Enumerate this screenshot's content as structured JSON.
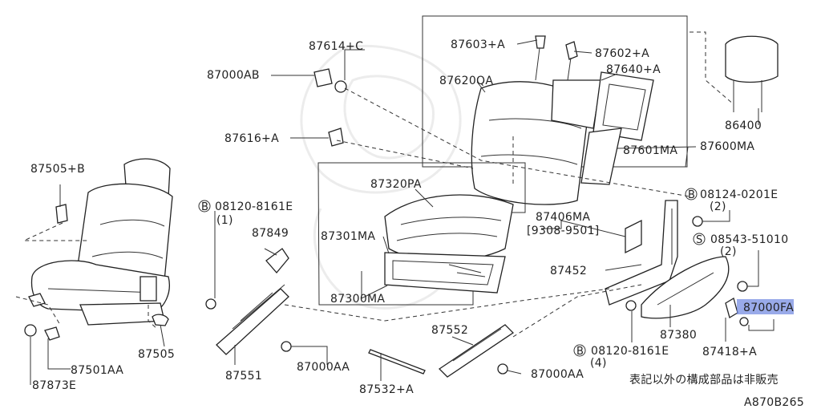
{
  "labels": {
    "l87614C": "87614+C",
    "l87000AB": "87000AB",
    "l87603A": "87603+A",
    "l87602A": "87602+A",
    "l87640A": "87640+A",
    "l87620QA": "87620QA",
    "l86400": "86400",
    "l87616A": "87616+A",
    "l87601MA": "87601MA",
    "l87600MA": "87600MA",
    "l87505B": "87505+B",
    "l87320PA": "87320PA",
    "bmark": "B",
    "smark": "S",
    "l08120a": "08120-8161E",
    "q1": "(1)",
    "l08124": "08124-0201E",
    "q2": "(2)",
    "l87406MA": "87406MA",
    "range": "[9308-9501]",
    "l87849": "87849",
    "l87301MA": "87301MA",
    "l08543": "08543-51010",
    "l87452": "87452",
    "l87300MA": "87300MA",
    "l87000FA": "87000FA",
    "l87552": "87552",
    "l87380": "87380",
    "l87505": "87505",
    "l08120b": "08120-8161E",
    "l87418A": "87418+A",
    "q4": "(4)",
    "l87501AA": "87501AA",
    "l87551": "87551",
    "l87000AA": "87000AA",
    "note": "表記以外の構成部品は非販売",
    "l87873E": "87873E",
    "l87532A": "87532+A",
    "code": "A870B265"
  },
  "highlight": {
    "part": "87000FA",
    "color": "#6d86e0"
  }
}
